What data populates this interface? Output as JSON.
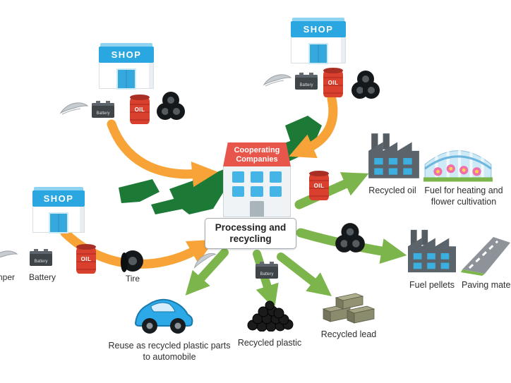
{
  "shop": {
    "label": "SHOP"
  },
  "icons": {
    "oil_barrel_text": "OIL",
    "battery_text": "Battery"
  },
  "captions": {
    "bumper": "Bumper",
    "battery": "Battery",
    "tire": "Tire"
  },
  "center": {
    "sign": "Cooperating Companies",
    "process": "Processing and recycling"
  },
  "outputs": {
    "recycled_oil": "Recycled oil",
    "fuel_heating": "Fuel for heating and flower cultivation",
    "fuel_pellets": "Fuel pellets",
    "paving_material": "Paving material",
    "reuse_car": "Reuse as recycled plastic parts to automobile",
    "recycled_plastic": "Recycled plastic",
    "recycled_lead": "Recycled lead"
  },
  "colors": {
    "arrow_orange": "#f7a337",
    "arrow_green": "#7cb54b",
    "map_green": "#1c7a36",
    "shop_blue": "#2aa7e0",
    "sign_red": "#e8554a",
    "barrel_red": "#d9412e"
  }
}
